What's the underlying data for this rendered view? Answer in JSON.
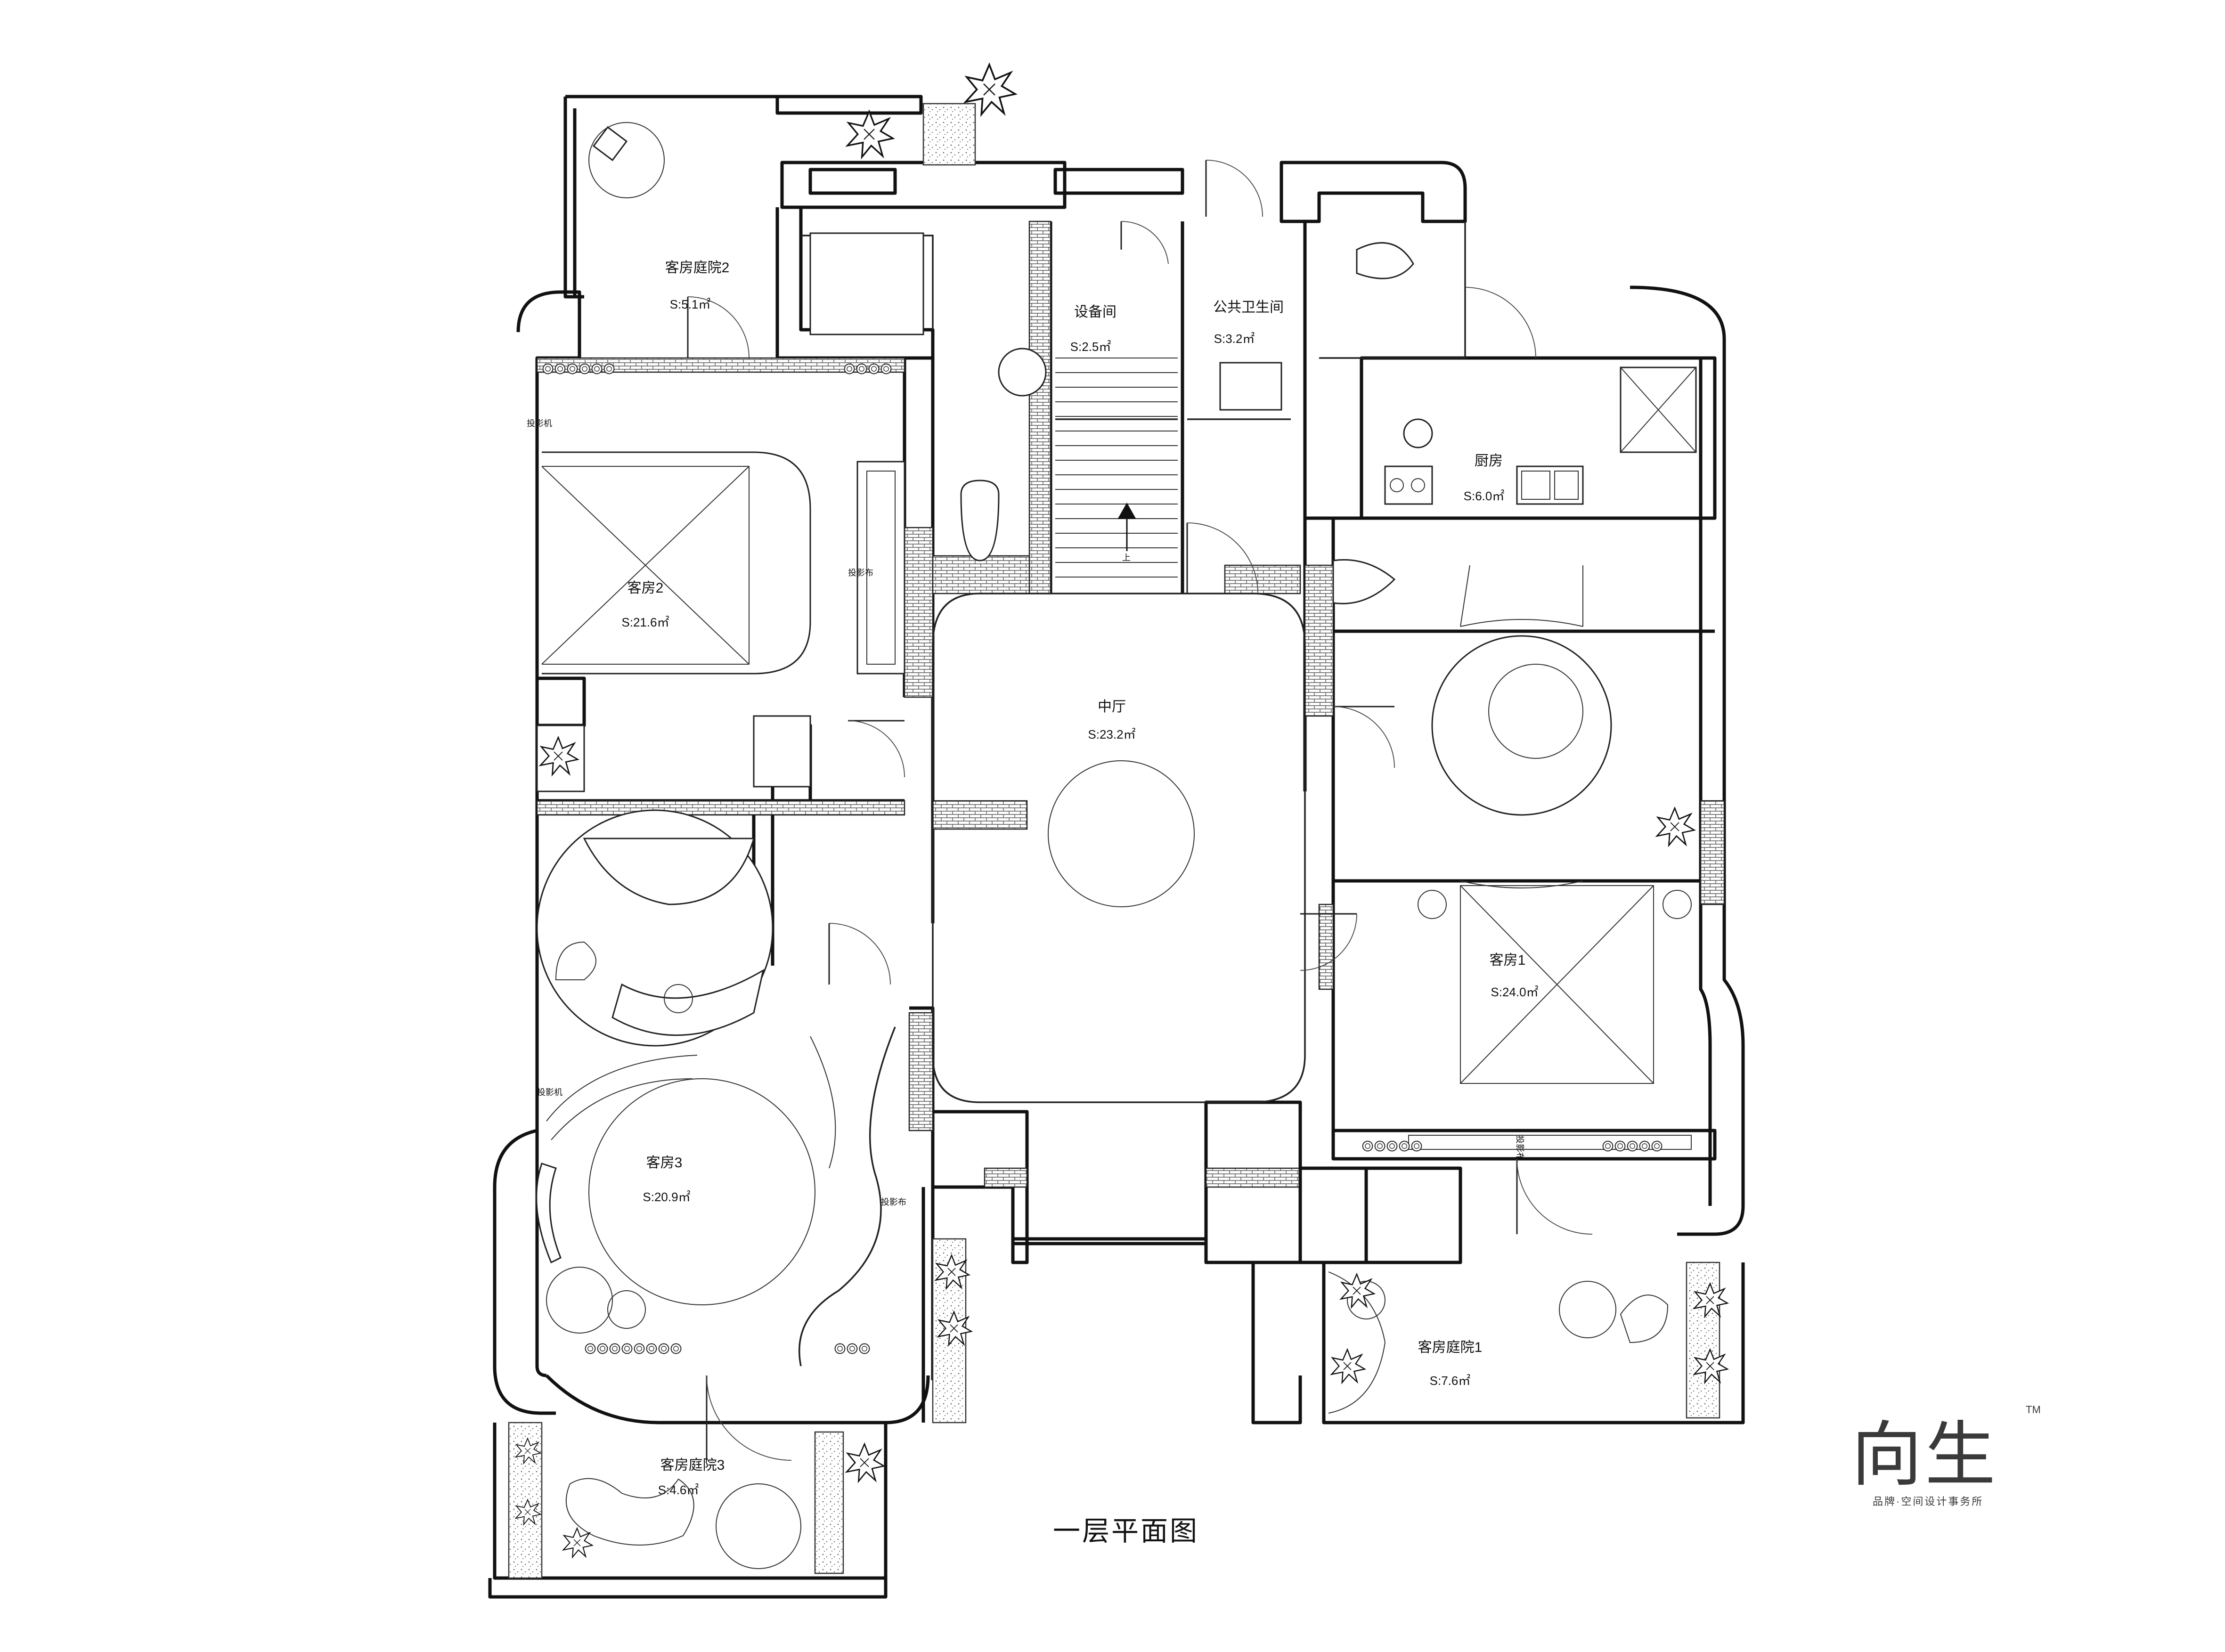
{
  "plan_title": "一层平面图",
  "brand": {
    "mark": "向生",
    "tm": "TM",
    "subtitle": "品牌·空间设计事务所"
  },
  "rooms": [
    {
      "name": "客房庭院2",
      "area": "S:5.1㎡"
    },
    {
      "name": "设备间",
      "area": "S:2.5㎡"
    },
    {
      "name": "公共卫生间",
      "area": "S:3.2㎡"
    },
    {
      "name": "厨房",
      "area": "S:6.0㎡"
    },
    {
      "name": "客房2",
      "area": "S:21.6㎡"
    },
    {
      "name": "中厅",
      "area": "S:23.2㎡"
    },
    {
      "name": "客房1",
      "area": "S:24.0㎡"
    },
    {
      "name": "客房3",
      "area": "S:20.9㎡"
    },
    {
      "name": "客房庭院1",
      "area": "S:7.6㎡"
    },
    {
      "name": "客房庭院3",
      "area": "S:4.6㎡"
    }
  ],
  "annotations": {
    "projector_1": "投影机",
    "projector_2": "投影机",
    "screen_1": "投影布",
    "screen_2": "投影布",
    "screen_3": "投影布",
    "stairs_up": "上"
  }
}
